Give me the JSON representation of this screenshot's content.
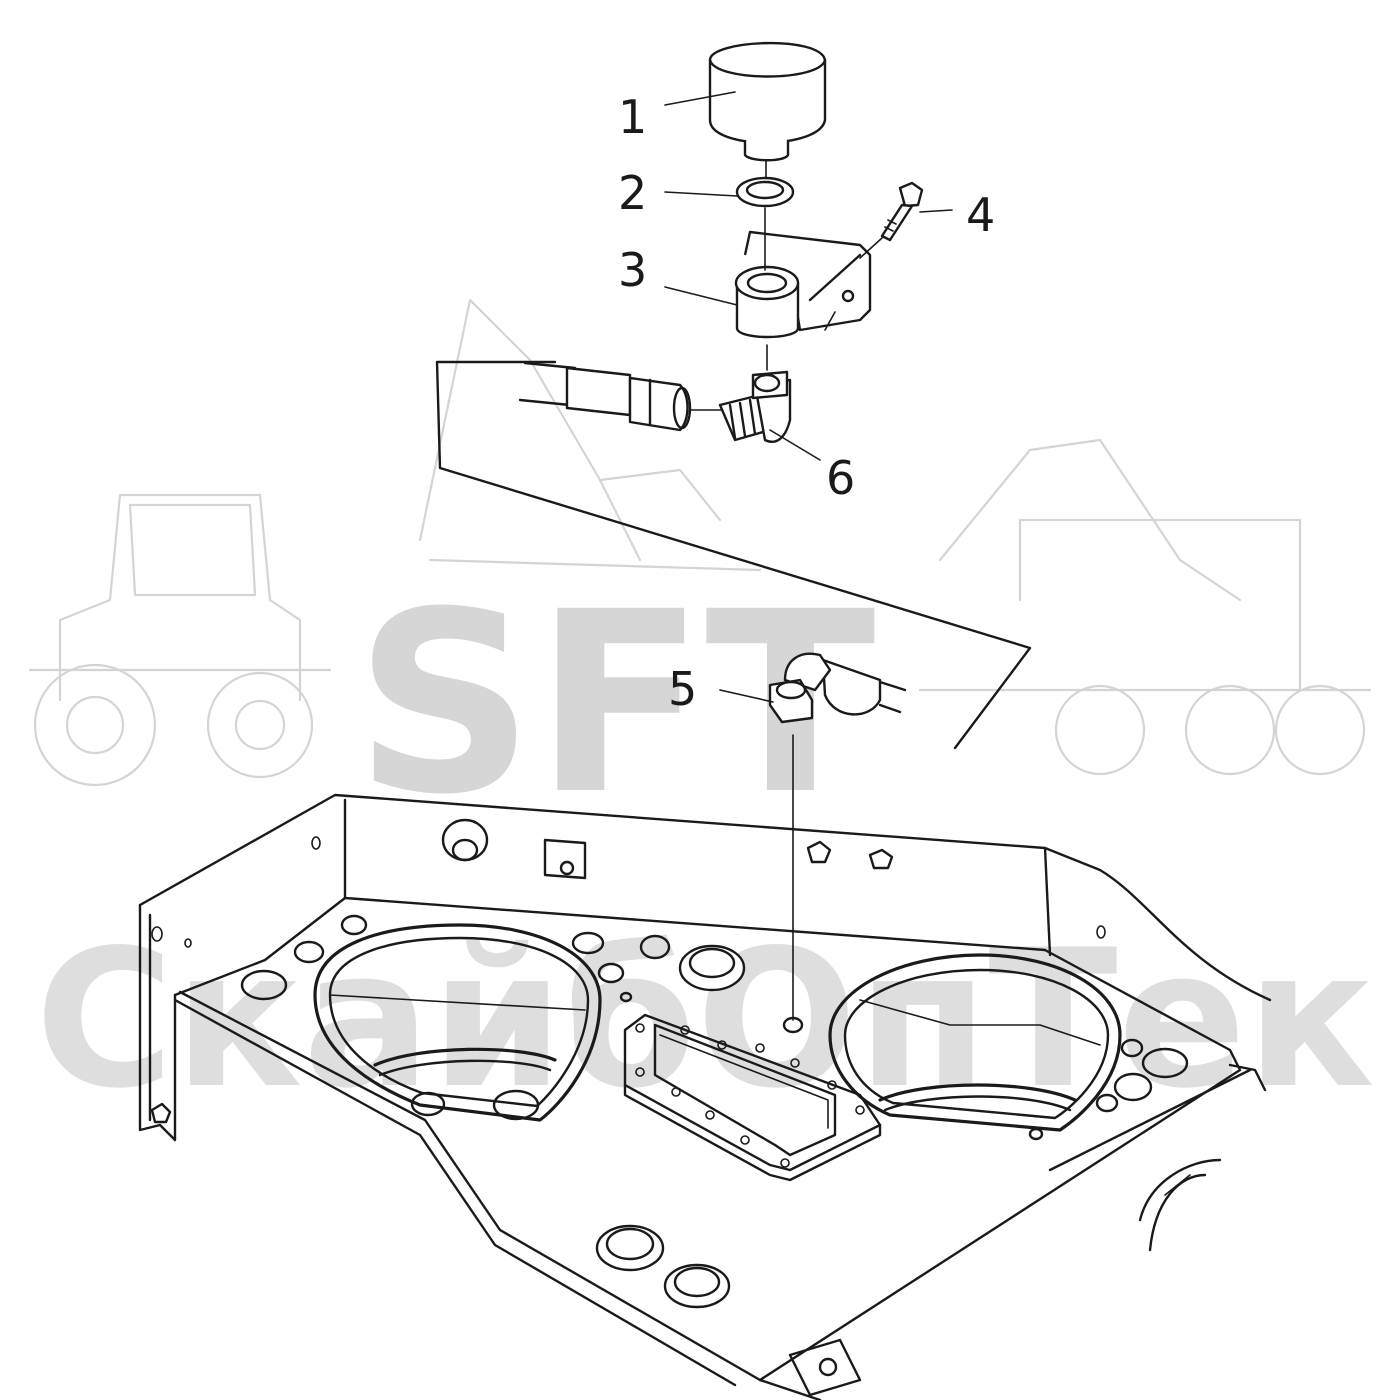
{
  "diagram": {
    "callouts": [
      {
        "id": "1",
        "label": "1"
      },
      {
        "id": "2",
        "label": "2"
      },
      {
        "id": "3",
        "label": "3"
      },
      {
        "id": "4",
        "label": "4"
      },
      {
        "id": "5",
        "label": "5"
      },
      {
        "id": "6",
        "label": "6"
      }
    ]
  },
  "watermark": {
    "brand": "SFT",
    "company": "СкайбОпТек"
  },
  "colors": {
    "line": "#1a1a1a",
    "watermark": "#d4d4d4",
    "background": "#ffffff"
  }
}
